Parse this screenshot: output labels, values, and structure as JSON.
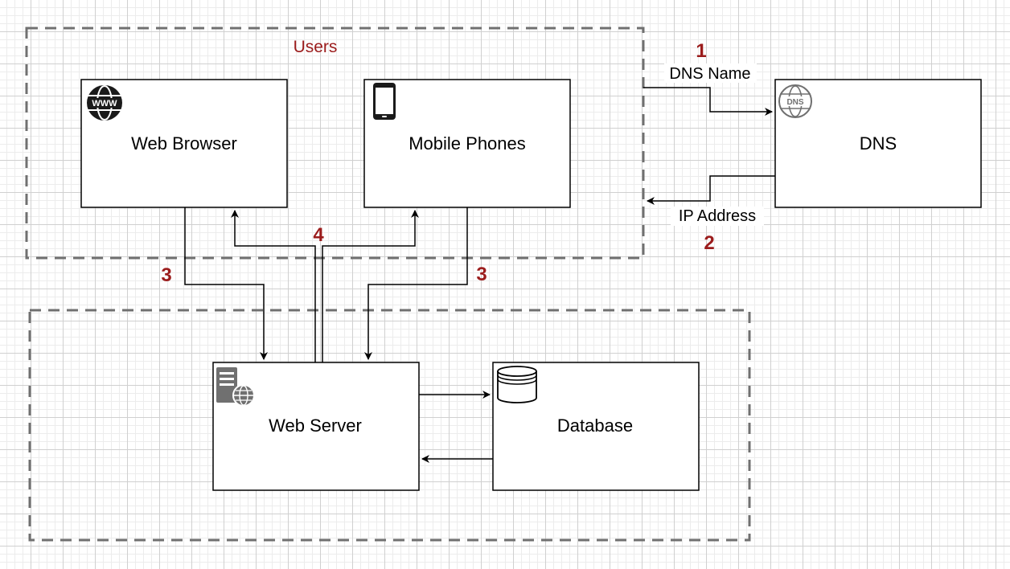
{
  "colors": {
    "accent_red": "#9b1c1c",
    "group_border": "#707070",
    "icon_dark": "#1a1a1a"
  },
  "groups": {
    "users": {
      "label": "Users"
    },
    "backend": {
      "label": ""
    }
  },
  "nodes": {
    "web_browser": {
      "label": "Web Browser",
      "icon": "www-globe-icon"
    },
    "mobile_phones": {
      "label": "Mobile Phones",
      "icon": "smartphone-icon"
    },
    "dns": {
      "label": "DNS",
      "icon": "dns-globe-icon"
    },
    "web_server": {
      "label": "Web Server",
      "icon": "web-server-icon"
    },
    "database": {
      "label": "Database",
      "icon": "database-icon"
    }
  },
  "edges": {
    "dns_request": {
      "label": "DNS Name",
      "step": "1"
    },
    "dns_response": {
      "label": "IP Address",
      "step": "2"
    },
    "browser_to_server": {
      "step": "3"
    },
    "phones_to_server": {
      "step": "3"
    },
    "server_to_clients": {
      "step": "4"
    },
    "server_to_database": {
      "label": ""
    },
    "database_to_server": {
      "label": ""
    }
  }
}
